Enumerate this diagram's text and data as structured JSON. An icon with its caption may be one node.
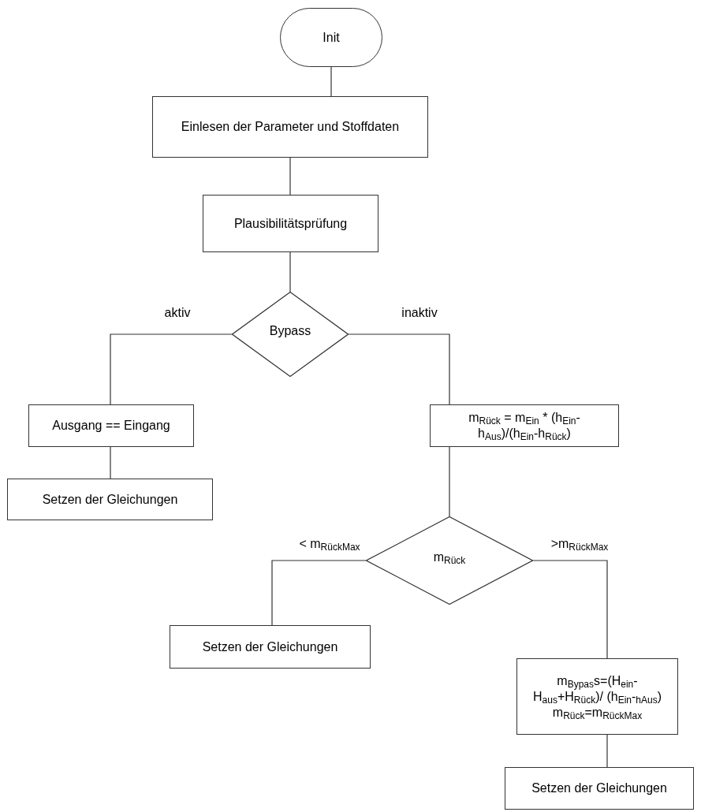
{
  "diagram": {
    "nodes": [
      {
        "text": [
          "Init"
        ]
      },
      {
        "text": [
          "Einlesen der Parameter und Stoffdaten"
        ]
      },
      {
        "text": [
          "Plausibilitätsprüfung"
        ]
      },
      {
        "text": [
          "Bypass"
        ]
      },
      {
        "text": [
          "Ausgang == Eingang"
        ]
      },
      {
        "text": [
          "Setzen der Gleichungen"
        ]
      },
      {
        "text": [
          "m$_{Rück}$ = m$_{Ein}$ * (h$_{Ein}$-h$_{Aus}$)/(h$_{Ein}$-h$_{Rück}$)"
        ]
      },
      {
        "text": [
          "m$_{Rück}$"
        ]
      },
      {
        "text": [
          "Setzen der Gleichungen"
        ]
      },
      {
        "text": [
          "m$_{Bypas}$s=(H$_{ein}$-H$_{aus}$+H$_{Rück}$)/ (h$_{Ein}$-$_{hAus}$)",
          "m$_{Rück}$=m$_{RückMax}$"
        ]
      },
      {
        "text": [
          "Setzen der Gleichungen"
        ]
      }
    ],
    "edges": [
      {
        "from": 0,
        "to": 1,
        "arrow": "none"
      },
      {
        "from": 1,
        "to": 2,
        "arrow": "none"
      },
      {
        "from": 2,
        "to": 3,
        "arrow": "none"
      },
      {
        "from": 3,
        "to": 4,
        "arrow": "none",
        "label": "aktiv"
      },
      {
        "from": 4,
        "to": 5,
        "arrow": "none"
      },
      {
        "from": 3,
        "to": 6,
        "arrow": "none",
        "label": "inaktiv"
      },
      {
        "from": 6,
        "to": 7,
        "arrow": "none"
      },
      {
        "from": 7,
        "to": 8,
        "arrow": "none",
        "label": "< m$_{RückMax}$"
      },
      {
        "from": 7,
        "to": 9,
        "arrow": "none",
        "label": ">m$_{RückMax}$"
      },
      {
        "from": 9,
        "to": 10,
        "arrow": "none"
      }
    ]
  }
}
